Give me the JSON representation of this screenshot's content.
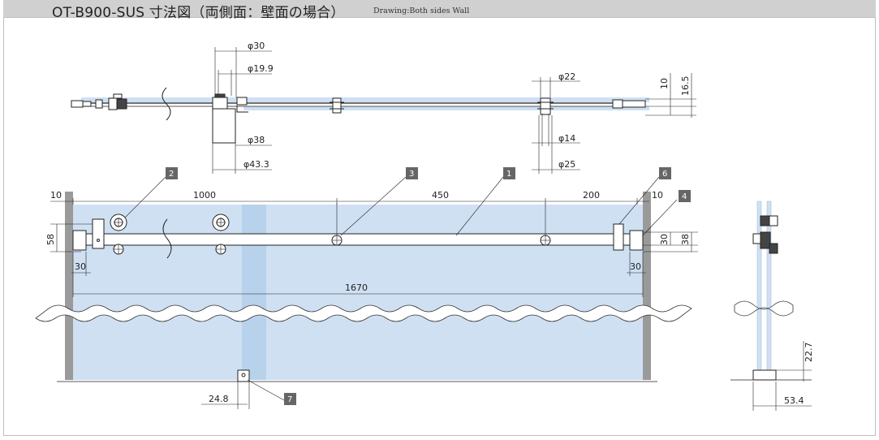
{
  "header": {
    "title": "OT-B900-SUS 寸法図（両側面：壁面の場合）",
    "subtitle": "Drawing:Both sides Wall"
  },
  "colors": {
    "glass": "#cfe0f2",
    "glass_dark": "#b8d2ec",
    "wall": "#9a9a9a",
    "line": "#222222",
    "callout": "#666666",
    "header_bg": "#d0d0d0"
  },
  "top_view": {
    "d30": "φ30",
    "d19_9": "φ19.9",
    "d38": "φ38",
    "d43_3": "φ43.3",
    "d22": "φ22",
    "d14": "φ14",
    "d25": "φ25",
    "h10": "10",
    "h16_5": "16.5"
  },
  "front_view": {
    "left_margin": "10",
    "span_1000": "1000",
    "span_450": "450",
    "span_200": "200",
    "right_margin": "10",
    "height_58": "58",
    "left_30": "30",
    "right_30_v": "30",
    "right_38_v": "38",
    "right_30_h": "30",
    "total_1670": "1670",
    "bottom_24_8": "24.8"
  },
  "side_view": {
    "h22_7": "22.7",
    "w53_4": "53.4"
  },
  "callouts": [
    "1",
    "2",
    "3",
    "4",
    "6",
    "7"
  ]
}
